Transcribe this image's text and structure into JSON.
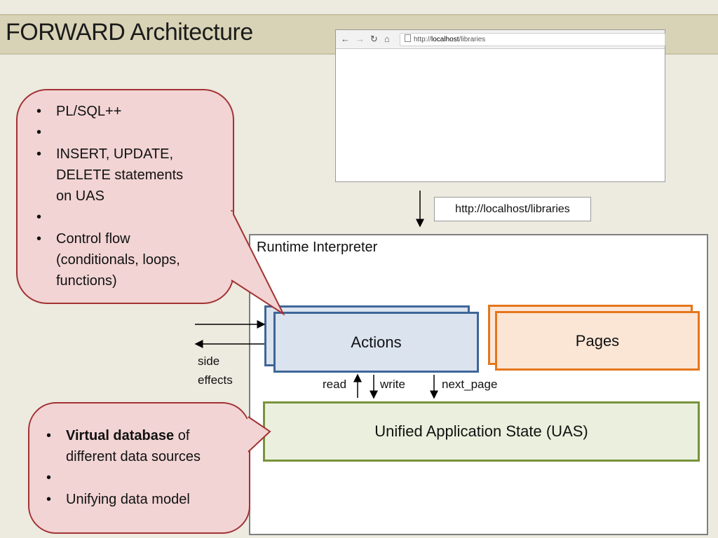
{
  "slide": {
    "title": "FORWARD Architecture"
  },
  "browser": {
    "url_prefix": "http://",
    "url_host": "localhost",
    "url_path": "/libraries",
    "back_glyph": "←",
    "forward_glyph": "→",
    "reload_glyph": "↻",
    "home_glyph": "⌂"
  },
  "request_url": "http://localhost/libraries",
  "runtime": {
    "label": "Runtime Interpreter",
    "actions_label": "Actions",
    "pages_label": "Pages",
    "uas_label": "Unified Application State (UAS)"
  },
  "flows": {
    "read": "read",
    "write": "write",
    "next_page": "next_page",
    "side_effects_line1": "side",
    "side_effects_line2": "effects"
  },
  "callout_actions": {
    "bullets": [
      "PL/SQL++",
      "INSERT, UPDATE, DELETE statements on UAS",
      "Control flow (conditionals, loops, functions)"
    ],
    "b1": "PL/SQL++",
    "b2_l1": "INSERT, UPDATE,",
    "b2_l2": "DELETE statements",
    "b2_l3": "on UAS",
    "b3_l1": "Control flow",
    "b3_l2": "(conditionals, loops,",
    "b3_l3": "functions)"
  },
  "callout_uas": {
    "b1_bold": "Virtual database",
    "b1_rest": " of",
    "b1_l2": "different data sources",
    "b2": "Unifying data model"
  },
  "colors": {
    "background": "#edeae0",
    "title_band": "#d8d3b6",
    "actions_border": "#3e6699",
    "pages_border": "#e5761b",
    "uas_border": "#77933c",
    "callout_fill": "#f2d4d4",
    "callout_border": "#a23232"
  }
}
